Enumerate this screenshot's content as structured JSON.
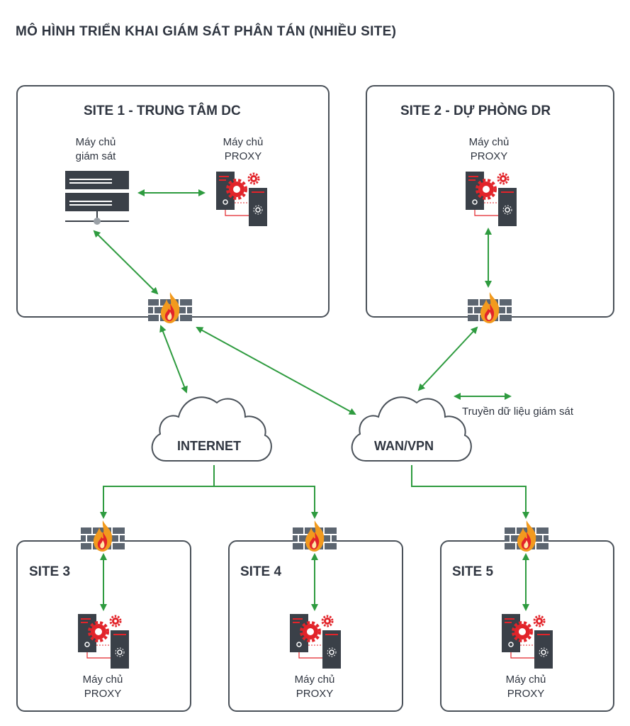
{
  "title": "MÔ HÌNH TRIỂN KHAI GIÁM SÁT PHÂN TÁN (NHIỀU SITE)",
  "sites": {
    "site1": {
      "title": "SITE 1 - TRUNG TÂM DC",
      "monitor_label_1": "Máy chủ",
      "monitor_label_2": "giám sát",
      "proxy_label_1": "Máy chủ",
      "proxy_label_2": "PROXY"
    },
    "site2": {
      "title": "SITE 2 - DỰ PHÒNG DR",
      "proxy_label_1": "Máy chủ",
      "proxy_label_2": "PROXY"
    },
    "site3": {
      "title": "SITE 3",
      "proxy_label_1": "Máy chủ",
      "proxy_label_2": "PROXY"
    },
    "site4": {
      "title": "SITE 4",
      "proxy_label_1": "Máy chủ",
      "proxy_label_2": "PROXY"
    },
    "site5": {
      "title": "SITE 5",
      "proxy_label_1": "Máy chủ",
      "proxy_label_2": "PROXY"
    }
  },
  "clouds": {
    "internet": "INTERNET",
    "wan": "WAN/VPN"
  },
  "legend": {
    "text": "Truyền dữ liệu giám sát"
  },
  "colors": {
    "arrow": "#2e9b3f",
    "border": "#4a5159",
    "server_red": "#e2242a",
    "server_dark": "#3a4048",
    "firewall_brick": "#5c6570",
    "fire": "#f29a1e"
  }
}
